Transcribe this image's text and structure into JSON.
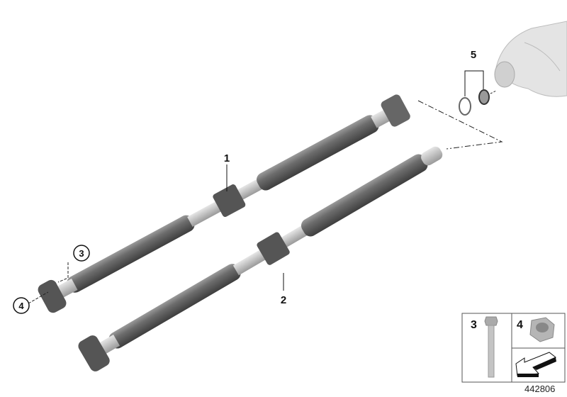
{
  "diagram": {
    "callouts": [
      {
        "id": "1",
        "label": "1"
      },
      {
        "id": "2",
        "label": "2"
      },
      {
        "id": "3",
        "label": "3"
      },
      {
        "id": "4",
        "label": "4"
      },
      {
        "id": "5",
        "label": "5"
      }
    ],
    "legend": {
      "items": [
        {
          "label": "3",
          "part": "hex-bolt"
        },
        {
          "label": "4",
          "part": "self-locking-nut"
        }
      ],
      "symbol": "arrow-symbol"
    },
    "diagram_number": "442806"
  }
}
